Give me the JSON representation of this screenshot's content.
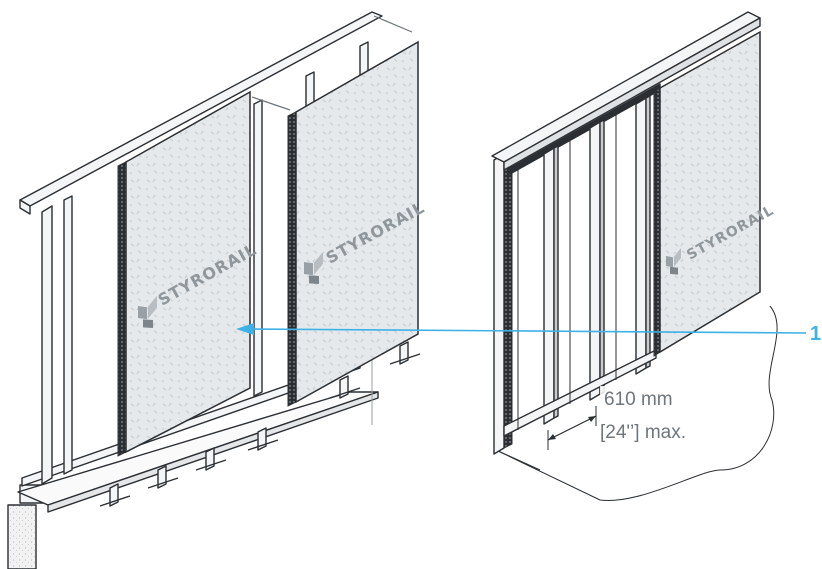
{
  "colors": {
    "accent": "#3eb1e6",
    "line": "#2b2f33",
    "board": "#e6e9eb",
    "board_pattern": "#c9ced2",
    "frame_fill": "#f4f5f6",
    "dim_text": "#6e767b"
  },
  "boards": {
    "brand_text": "STYRORAIL"
  },
  "dimension": {
    "value": "610 mm",
    "limit": "[24'’] max."
  },
  "callout": {
    "number": "1"
  },
  "icons": [
    "styrorail-logo-icon",
    "dimension-arrow-icon",
    "callout-arrow-icon"
  ]
}
